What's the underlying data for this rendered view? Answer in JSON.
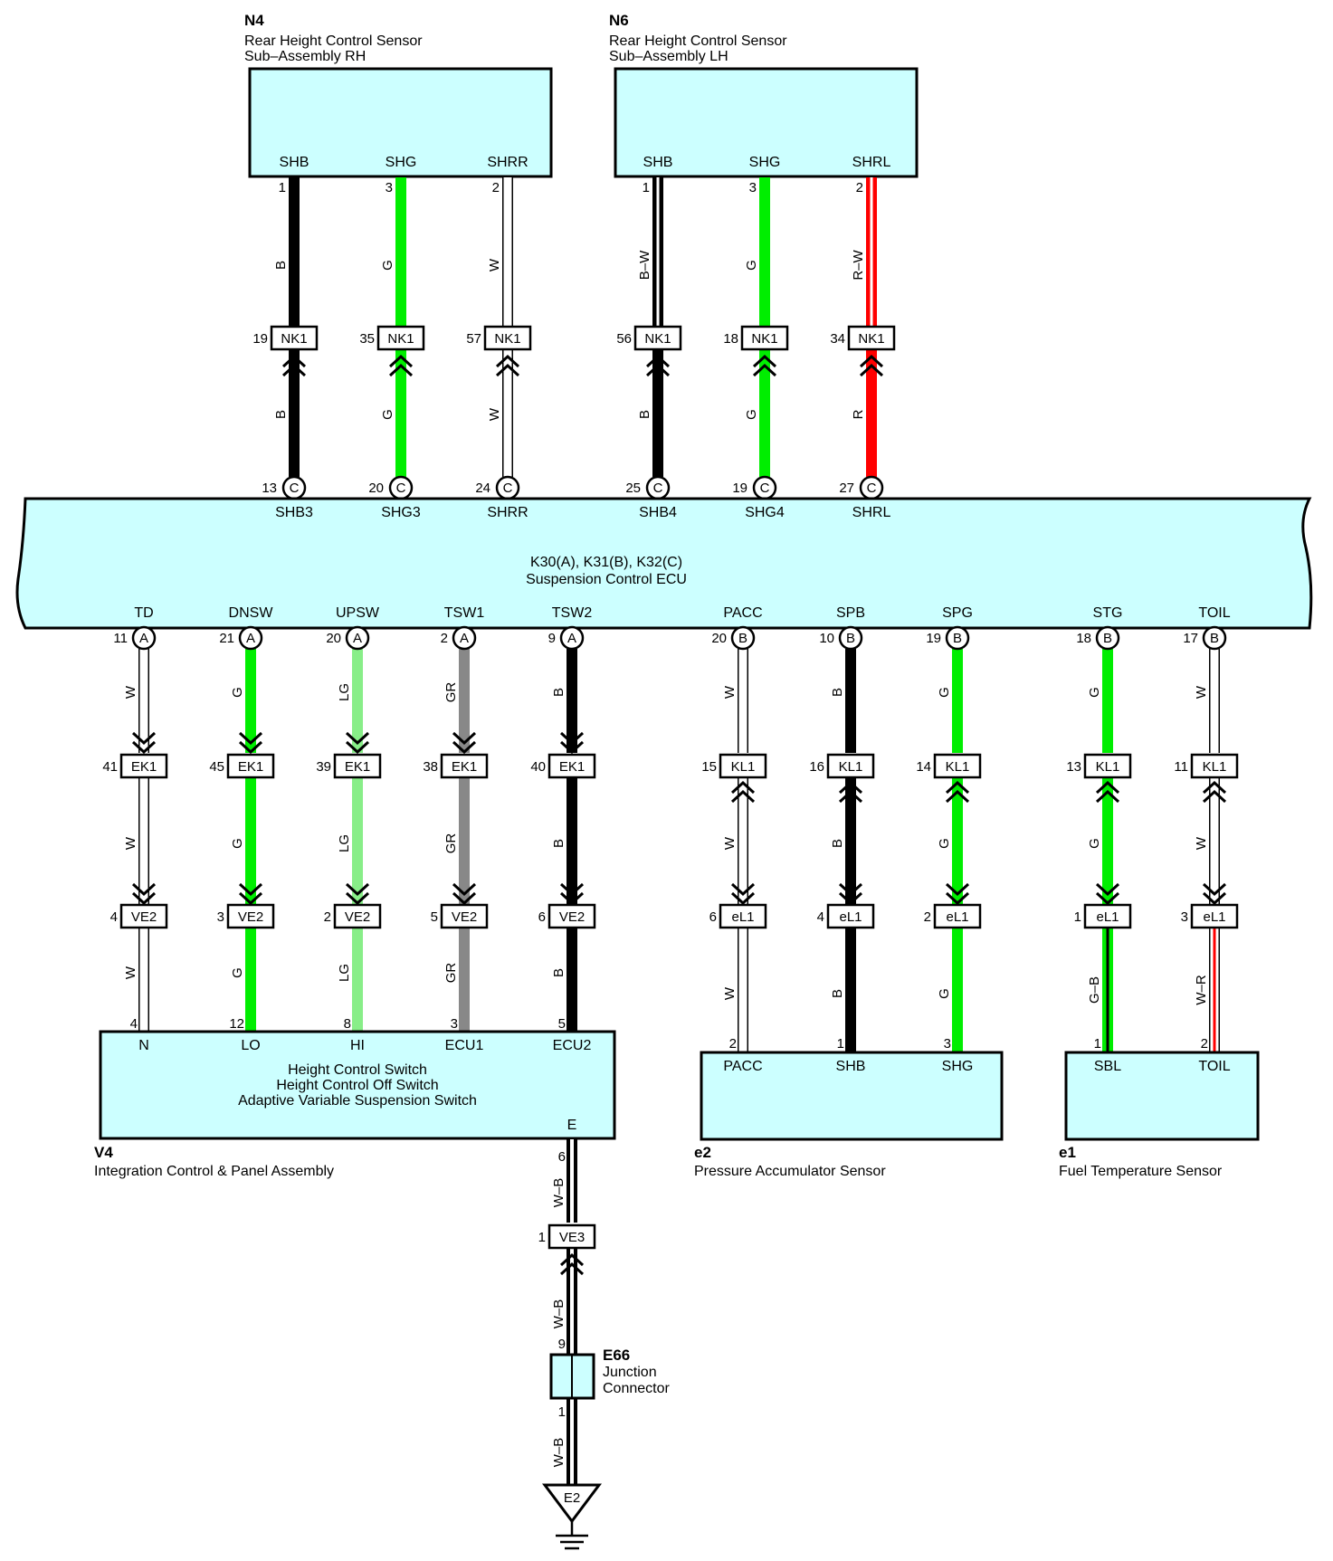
{
  "colors": {
    "B": "#000000",
    "G": "#00ee00",
    "W": "#ffffff",
    "R": "#ff0000",
    "LG": "#88ee88",
    "GR": "#888888",
    "box_fill": "#ccffff"
  },
  "components": {
    "n4": {
      "id": "N4",
      "name_line1": "Rear Height Control Sensor",
      "name_line2": "Sub–Assembly RH",
      "pins": [
        "SHB",
        "SHG",
        "SHRR"
      ]
    },
    "n6": {
      "id": "N6",
      "name_line1": "Rear Height Control Sensor",
      "name_line2": "Sub–Assembly LH",
      "pins": [
        "SHB",
        "SHG",
        "SHRL"
      ]
    },
    "ecu": {
      "id": "K30(A), K31(B), K32(C)",
      "name": "Suspension Control ECU",
      "top_pins": [
        "SHB3",
        "SHG3",
        "SHRR",
        "SHB4",
        "SHG4",
        "SHRL"
      ],
      "bottom_pins": [
        "TD",
        "DNSW",
        "UPSW",
        "TSW1",
        "TSW2",
        "PACC",
        "SPB",
        "SPG",
        "STG",
        "TOIL"
      ]
    },
    "v4": {
      "id": "V4",
      "name": "Integration Control & Panel Assembly",
      "line1": "Height Control Switch",
      "line2": "Height Control Off Switch",
      "line3": "Adaptive Variable Suspension Switch",
      "pins": [
        "N",
        "LO",
        "HI",
        "ECU1",
        "ECU2"
      ],
      "ground_pin": "E"
    },
    "e2": {
      "id": "e2",
      "name": "Pressure Accumulator Sensor",
      "pins": [
        "PACC",
        "SHB",
        "SHG"
      ]
    },
    "e1": {
      "id": "e1",
      "name": "Fuel Temperature Sensor",
      "pins": [
        "SBL",
        "TOIL"
      ]
    },
    "e66": {
      "id": "E66",
      "name_line1": "Junction",
      "name_line2": "Connector",
      "pin_top": "9",
      "pin_bottom": "1"
    },
    "ground": {
      "id": "E2"
    }
  },
  "top_wires": [
    {
      "sensor_pin": "1",
      "upper_color": "B",
      "connector": "NK1",
      "conn_pin": "19",
      "lower_color": "B",
      "ecu_conn": "C",
      "ecu_pin": "13"
    },
    {
      "sensor_pin": "3",
      "upper_color": "G",
      "connector": "NK1",
      "conn_pin": "35",
      "lower_color": "G",
      "ecu_conn": "C",
      "ecu_pin": "20"
    },
    {
      "sensor_pin": "2",
      "upper_color": "W",
      "connector": "NK1",
      "conn_pin": "57",
      "lower_color": "W",
      "ecu_conn": "C",
      "ecu_pin": "24"
    },
    {
      "sensor_pin": "1",
      "upper_color": "B–W",
      "connector": "NK1",
      "conn_pin": "56",
      "lower_color": "B",
      "ecu_conn": "C",
      "ecu_pin": "25"
    },
    {
      "sensor_pin": "3",
      "upper_color": "G",
      "connector": "NK1",
      "conn_pin": "18",
      "lower_color": "G",
      "ecu_conn": "C",
      "ecu_pin": "19"
    },
    {
      "sensor_pin": "2",
      "upper_color": "R–W",
      "connector": "NK1",
      "conn_pin": "34",
      "lower_color": "R",
      "ecu_conn": "C",
      "ecu_pin": "27"
    }
  ],
  "bottom_left_wires": [
    {
      "ecu_conn": "A",
      "ecu_pin": "11",
      "c1": "W",
      "ek1_pin": "41",
      "c2": "W",
      "ve2_pin": "4",
      "c3": "W",
      "v4_pin": "4"
    },
    {
      "ecu_conn": "A",
      "ecu_pin": "21",
      "c1": "G",
      "ek1_pin": "45",
      "c2": "G",
      "ve2_pin": "3",
      "c3": "G",
      "v4_pin": "12"
    },
    {
      "ecu_conn": "A",
      "ecu_pin": "20",
      "c1": "LG",
      "ek1_pin": "39",
      "c2": "LG",
      "ve2_pin": "2",
      "c3": "LG",
      "v4_pin": "8"
    },
    {
      "ecu_conn": "A",
      "ecu_pin": "2",
      "c1": "GR",
      "ek1_pin": "38",
      "c2": "GR",
      "ve2_pin": "5",
      "c3": "GR",
      "v4_pin": "3"
    },
    {
      "ecu_conn": "A",
      "ecu_pin": "9",
      "c1": "B",
      "ek1_pin": "40",
      "c2": "B",
      "ve2_pin": "6",
      "c3": "B",
      "v4_pin": "5"
    }
  ],
  "bottom_right_wires": [
    {
      "ecu_conn": "B",
      "ecu_pin": "20",
      "c1": "W",
      "kl1_pin": "15",
      "c2": "W",
      "el1_pin": "6",
      "c3": "W",
      "sensor_pin": "2"
    },
    {
      "ecu_conn": "B",
      "ecu_pin": "10",
      "c1": "B",
      "kl1_pin": "16",
      "c2": "B",
      "el1_pin": "4",
      "c3": "B",
      "sensor_pin": "1"
    },
    {
      "ecu_conn": "B",
      "ecu_pin": "19",
      "c1": "G",
      "kl1_pin": "14",
      "c2": "G",
      "el1_pin": "2",
      "c3": "G",
      "sensor_pin": "3"
    },
    {
      "ecu_conn": "B",
      "ecu_pin": "18",
      "c1": "G",
      "kl1_pin": "13",
      "c2": "G",
      "el1_pin": "1",
      "c3": "G–B",
      "sensor_pin": "1"
    },
    {
      "ecu_conn": "B",
      "ecu_pin": "17",
      "c1": "W",
      "kl1_pin": "11",
      "c2": "W",
      "el1_pin": "3",
      "c3": "W–R",
      "sensor_pin": "2"
    }
  ],
  "connectors": {
    "nk1": "NK1",
    "ek1": "EK1",
    "ve2": "VE2",
    "kl1": "KL1",
    "el1": "eL1",
    "ve3": "VE3"
  },
  "ground_wire": {
    "v4_pin": "6",
    "color1": "W–B",
    "ve3_pin": "1",
    "color2": "W–B",
    "color3": "W–B"
  }
}
